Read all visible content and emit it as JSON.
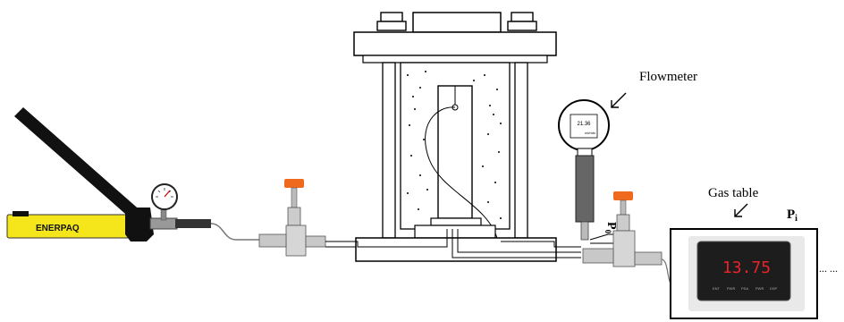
{
  "labels": {
    "flowmeter": "Flowmeter",
    "gas_table": "Gas table",
    "p_i": "P",
    "p_i_sub": "i",
    "p_0": "P",
    "p_0_sub": "0",
    "continuation": "... ..."
  },
  "pump": {
    "brand": "ENERPAQ"
  },
  "flowmeter_display": {
    "reading": "21.36",
    "unit": "ml/min"
  },
  "gas_table_display": {
    "reading": "13.75",
    "buttons": [
      "ENT",
      "PWR",
      "PSA",
      "PWR",
      "DSP"
    ]
  },
  "colors": {
    "pump_body": "#f5e61c",
    "valve_handle": "#f06a1e",
    "display_red": "#e8232a",
    "line": "#000000"
  }
}
